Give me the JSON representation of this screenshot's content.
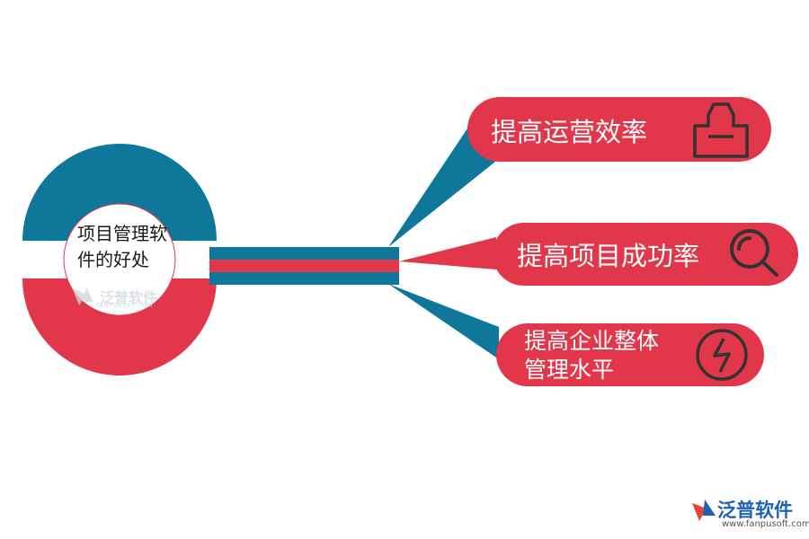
{
  "center": {
    "label": "项目管理软件的好处"
  },
  "branches": [
    {
      "label": "提高运营效率",
      "icon": "box-icon"
    },
    {
      "label": "提高项目成功率",
      "icon": "magnifier-icon"
    },
    {
      "label": "提高企业整体管理水平",
      "icon": "lightning-icon"
    }
  ],
  "watermark": {
    "center_text": "泛普软件",
    "center_sub": "FANPUSOFT.COM"
  },
  "logo": {
    "name": "泛普软件",
    "url": "www.fanpusoft.com"
  },
  "colors": {
    "teal": "#0f789a",
    "red": "#e2374a",
    "icon": "#333333"
  }
}
